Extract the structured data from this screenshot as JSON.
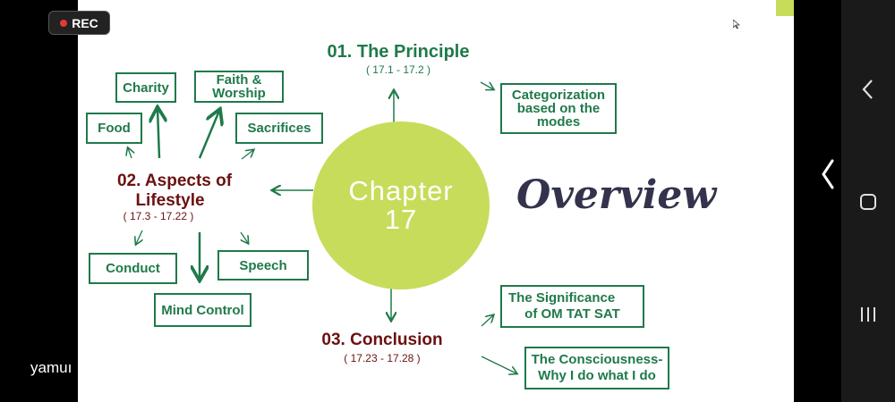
{
  "recording": {
    "label": "REC"
  },
  "participant": {
    "name": "yamuı"
  },
  "slide": {
    "center": {
      "line1": "Chapter",
      "line2": "17"
    },
    "overview_title": "Overview",
    "principle": {
      "title": "01. The Principle",
      "range": "( 17.1 - 17.2 )"
    },
    "aspects": {
      "title_line1": "02. Aspects of",
      "title_line2": "Lifestyle",
      "range": "( 17.3 - 17.22 )"
    },
    "conclusion": {
      "title": "03. Conclusion",
      "range": "( 17.23 - 17.28 )"
    },
    "boxes": {
      "charity": "Charity",
      "faith_line1": "Faith &",
      "faith_line2": "Worship",
      "food": "Food",
      "sacrifices": "Sacrifices",
      "conduct": "Conduct",
      "speech": "Speech",
      "mind_control": "Mind Control",
      "categorization_line1": "Categorization",
      "categorization_line2": "based on the",
      "categorization_line3": "modes",
      "significance_line1": "The Significance",
      "significance_line2": "of OM TAT SAT",
      "consciousness_line1": "The Consciousness-",
      "consciousness_line2": "Why I do what I do"
    }
  },
  "colors": {
    "green": "#1f7a4a",
    "maroon": "#6b1111",
    "lime": "#c7dc5a",
    "overview": "#33334d"
  },
  "nav": {
    "back_icon": "chevron-left-icon",
    "home_icon": "square-home-icon",
    "recents_icon": "recents-bars-icon"
  }
}
